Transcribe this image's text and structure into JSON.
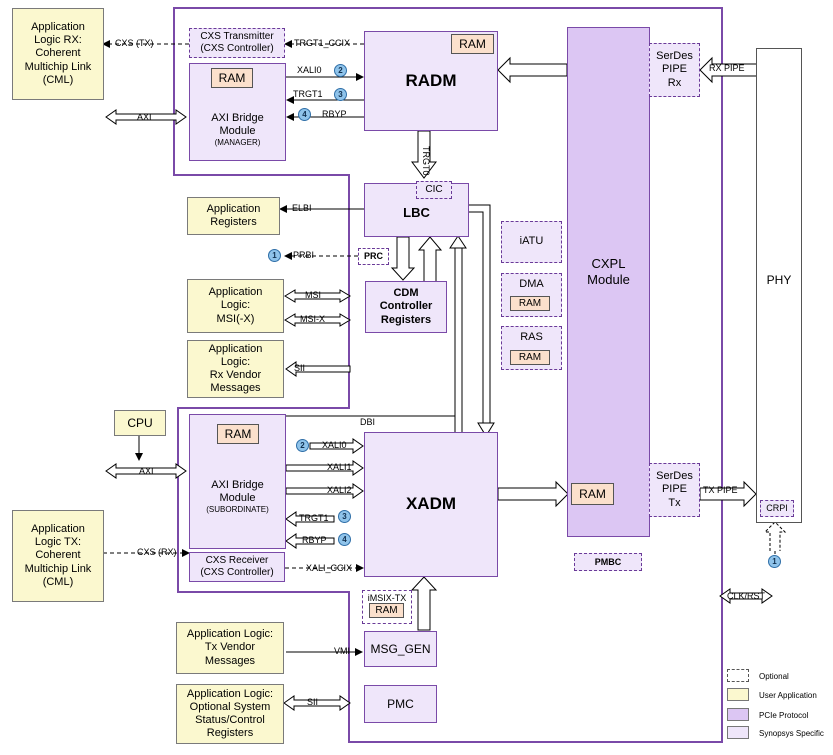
{
  "title_fragment": "g... (... ...g... ...)",
  "blocks": {
    "app_rx_cml": "Application\nLogic RX:\nCoherent\nMultichip Link\n(CML)",
    "app_tx_cml": "Application\nLogic TX:\nCoherent\nMultichip Link\n(CML)",
    "cxs_transmitter": "CXS Transmitter\n(CXS Controller)",
    "cxs_receiver": "CXS Receiver\n(CXS Controller)",
    "axi_bridge_manager_title": "AXI Bridge\nModule",
    "axi_bridge_manager_sub": "(MANAGER)",
    "axi_bridge_sub_title": "AXI Bridge\nModule",
    "axi_bridge_sub_sub": "(SUBORDINATE)",
    "radm": "RADM",
    "xadm": "XADM",
    "lbc": "LBC",
    "cic": "CIC",
    "prc": "PRC",
    "cdm": "CDM\nController\nRegisters",
    "iatu": "iATU",
    "dma": "DMA",
    "ras": "RAS",
    "cxpl": "CXPL\nModule",
    "serdes_rx": "SerDes\nPIPE\nRx",
    "serdes_tx": "SerDes\nPIPE\nTx",
    "phy": "PHY",
    "crpi": "CRPI",
    "pmbc": "PMBC",
    "imsix_tx": "iMSIX-TX",
    "msg_gen": "MSG_GEN",
    "pmc": "PMC",
    "app_registers": "Application\nRegisters",
    "app_msi": "Application\nLogic:\nMSI(-X)",
    "app_rx_vendor": "Application\nLogic:\nRx Vendor\nMessages",
    "cpu": "CPU",
    "app_tx_vendor": "Application Logic:\nTx Vendor\nMessages",
    "app_optional": "Application Logic:\nOptional System\nStatus/Control\nRegisters",
    "ram": "RAM"
  },
  "signals": {
    "cxs_tx": "CXS (TX)",
    "cxs_rx": "CXS (RX)",
    "trgt1_ccix": "TRGT1_CCIX",
    "xali_ccix": "XALI_CCIX",
    "xali0": "XALI0",
    "xali1": "XALI1",
    "xali2": "XALI2",
    "trgt1": "TRGT1",
    "rbyp": "RBYP",
    "trgt0": "TRGT0",
    "axi": "AXI",
    "rx_pipe": "RX PIPE",
    "tx_pipe": "TX PIPE",
    "elbi": "ELBI",
    "prbi": "PRBI",
    "msi": "MSI",
    "msix": "MSI-X",
    "sii": "SII",
    "dbi": "DBI",
    "vmi": "VMI",
    "clk_rst": "CLK/RST"
  },
  "badges": {
    "one": "1",
    "two": "2",
    "three": "3",
    "four": "4"
  },
  "legend": {
    "optional": "Optional",
    "user_application": "User Application",
    "pcie_protocol": "PCIe Protocol",
    "synopsys_specific": "Synopsys Specific"
  },
  "colors": {
    "user_application": "#fbf8cf",
    "pcie_protocol": "#dcc6f3",
    "synopsys_specific": "#efe6fa",
    "ram": "#fbe0cc",
    "badge": "#8fc3ea",
    "outline": "#7a4aa8"
  }
}
